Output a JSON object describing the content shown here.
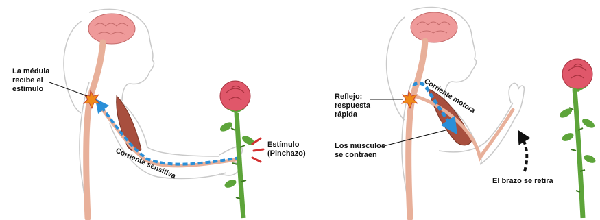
{
  "left_panel": {
    "label_spinal_cord": "La médula\nrecibe el\nestímulo",
    "label_stimulus": "Estímulo\n(Pinchazo)",
    "label_sensory_current": "Corriente sensitiva"
  },
  "right_panel": {
    "label_reflex": "Reflejo:\nrespuesta\nrápida",
    "label_muscles": "Los músculos\nse contraen",
    "label_motor_current": "Corriente motora",
    "label_arm_withdraws": "El brazo se retira"
  },
  "colors": {
    "skin_outline": "#c9c9c9",
    "nerve": "#e8b09a",
    "brain": "#ef9a9a",
    "muscle": "#a84f3e",
    "signal_arrow": "#2a8fd8",
    "spark": "#f08a1a",
    "rose": "#e0576a",
    "stem": "#5da43a"
  },
  "icons": {
    "spark": "starburst-icon",
    "arrow": "curved-dashed-arrow-icon"
  }
}
